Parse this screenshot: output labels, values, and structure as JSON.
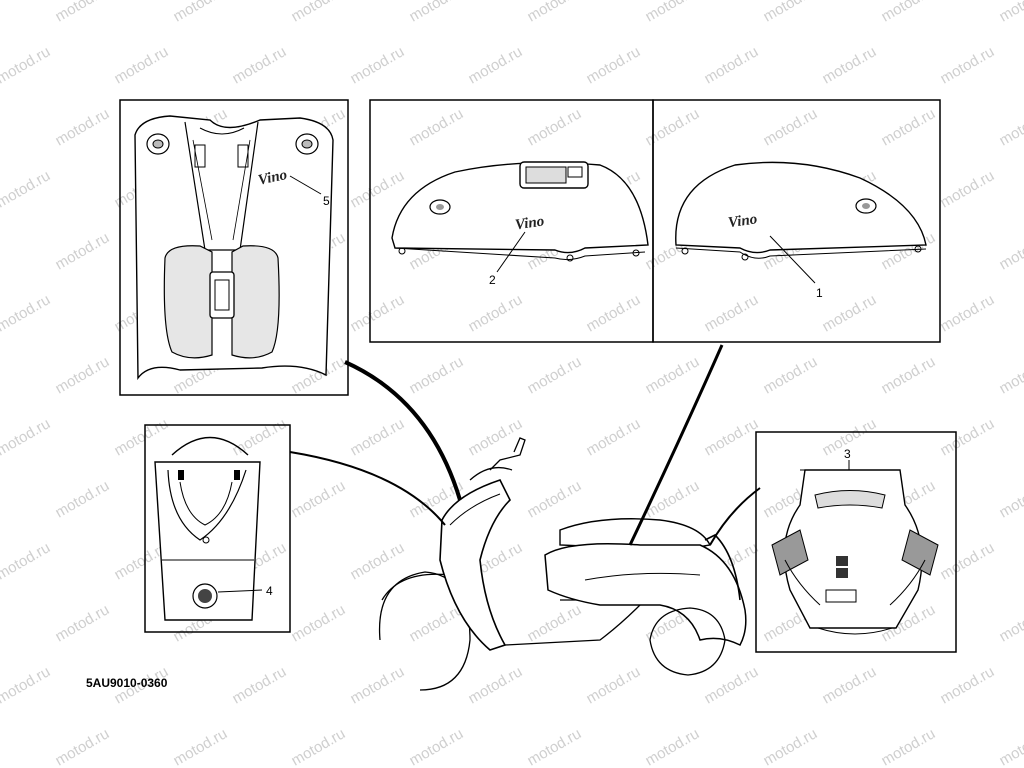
{
  "callouts": [
    {
      "id": "callout-1",
      "text": "1"
    },
    {
      "id": "callout-2",
      "text": "2"
    },
    {
      "id": "callout-3",
      "text": "3"
    },
    {
      "id": "callout-4",
      "text": "4"
    },
    {
      "id": "callout-5",
      "text": "5"
    }
  ],
  "diagram_code": "5AU9010-0360",
  "logo_text": "Vino",
  "watermark": "motod.ru"
}
